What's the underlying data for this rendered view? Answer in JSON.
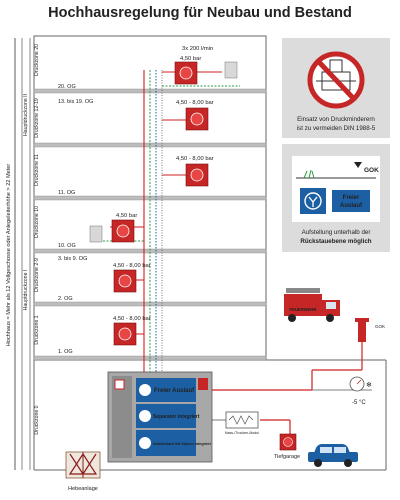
{
  "title": "Hochhausregelung für Neubau und Bestand",
  "side_label": "Hochhaus = Mehr als 12 Vollgeschosse oder Anlegeleiterhöhe > 22 Meter",
  "zones": {
    "z20": "Druckzone 20",
    "hz2": "Hauptdruckzone II",
    "z1219": "Druckzone 12-19",
    "z11": "Druckzone 11",
    "z10": "Druckzone 10",
    "z29": "Druckzone 2-9",
    "hz1": "Hauptdruckzone I",
    "z1": "Druckzone 1",
    "z0": "Druckzone 0"
  },
  "floors": {
    "f20": "20. OG",
    "f13": "13. bis 19. OG",
    "f11": "11. OG",
    "f10": "10. OG",
    "f3": "3. bis 9. OG",
    "f2": "2. OG",
    "f1": "1. OG"
  },
  "flow": "3x 200 l/min",
  "pressures": {
    "p_top": "4,50 bar",
    "p_1219": "4,50 - 8,00 bar",
    "p_11": "4,50 - 8,00 bar",
    "p_10": "4,50 bar",
    "p_29": "4,50 - 8,00 bar",
    "p_1": "4,50 - 8,00 bar"
  },
  "station": {
    "item1": "Freier Auslauf",
    "item2": "Separator integriert",
    "item3": "Notüberlauf mit Siphon integriert"
  },
  "module": "Nass-/Trocken-Modul",
  "garage": "Tiefgarage",
  "lift": "Hebeanlage",
  "truck": "FEUERWEHR",
  "gok": "GOK",
  "temp": "-5 °C",
  "panel1": {
    "line1": "Einsatz von Druckminderern",
    "line2": "ist zu vermeiden DIN 1988-5"
  },
  "panel2": {
    "gok": "GOK",
    "badge1": "Freier",
    "badge2": "Auslauf",
    "line1": "Aufstellung unterhalb der",
    "line2": "Rückstauebene möglich"
  },
  "colors": {
    "fire_red": "#d21f1f",
    "green_pipe": "#2c9b45",
    "blue": "#1c5fa3",
    "panel_grey": "#dcdcdc"
  }
}
